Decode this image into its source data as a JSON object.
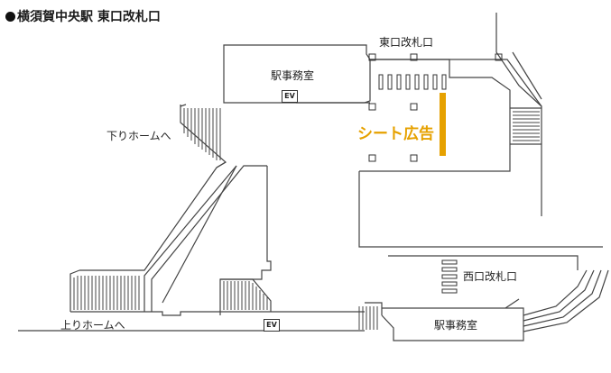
{
  "title": "横須賀中央駅 東口改札口",
  "labels": {
    "east_gate": "東口改札口",
    "station_office_top": "駅事務室",
    "station_office_bottom": "駅事務室",
    "west_gate": "西口改札口",
    "down_platform": "下りホームへ",
    "up_platform": "上りホームへ"
  },
  "ad": {
    "label": "シート広告",
    "color": "#e6a100"
  },
  "elevators": {
    "top": "EV",
    "bottom": "EV"
  }
}
